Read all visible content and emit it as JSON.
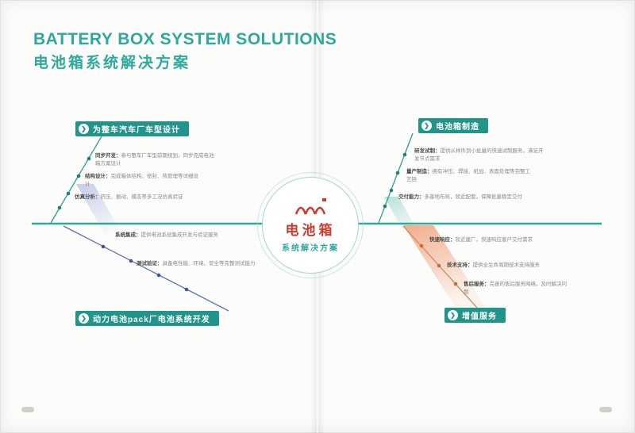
{
  "page": {
    "title_en": "BATTERY BOX SYSTEM SOLUTIONS",
    "title_zh": "电池箱系统解决方案"
  },
  "center": {
    "line1": "电池箱",
    "line2": "系统解决方案"
  },
  "icons": {
    "chevron": "❯"
  },
  "colors": {
    "teal": "#2fa99e",
    "label_teal": "#22958a",
    "red": "#cf3a2e",
    "blue_branch": "#5b6fb5",
    "peach_branch": "#d08a5e"
  },
  "branches": {
    "top_left": {
      "label": "为整车汽车厂车型设计",
      "items": [
        {
          "heading": "同步开发：",
          "body": "参与整车厂车型前期规划，同步完成电池箱方案设计"
        },
        {
          "heading": "结构设计：",
          "body": "完成箱体结构、密封、热管理等详细设计"
        },
        {
          "heading": "仿真分析：",
          "body": "挤压、振动、模态等多工况仿真验证"
        }
      ]
    },
    "top_right": {
      "label": "电池箱制造",
      "items": [
        {
          "heading": "研发试制：",
          "body": "提供从样件到小批量的快速试制服务，满足开发节点需求"
        },
        {
          "heading": "量产制造：",
          "body": "拥有冲压、焊接、机加、表面处理等完整工艺链"
        },
        {
          "heading": "交付能力：",
          "body": "多基地布局，就近配套，保障批量稳定交付"
        }
      ]
    },
    "bottom_left": {
      "label": "动力电池pack厂电池系统开发",
      "items": [
        {
          "heading": "系统集成：",
          "body": "提供电池系统集成开发与验证服务"
        },
        {
          "heading": "测试验证：",
          "body": "具备电性能、环境、安全等完整测试能力"
        }
      ]
    },
    "bottom_right": {
      "label": "增值服务",
      "items": [
        {
          "heading": "快速响应：",
          "body": "就近建厂，快速响应客户交付需求"
        },
        {
          "heading": "技术支持：",
          "body": "提供全生命周期技术支持服务"
        },
        {
          "heading": "售后服务：",
          "body": "完善的售后服务网络，及时解决问题"
        }
      ]
    }
  }
}
